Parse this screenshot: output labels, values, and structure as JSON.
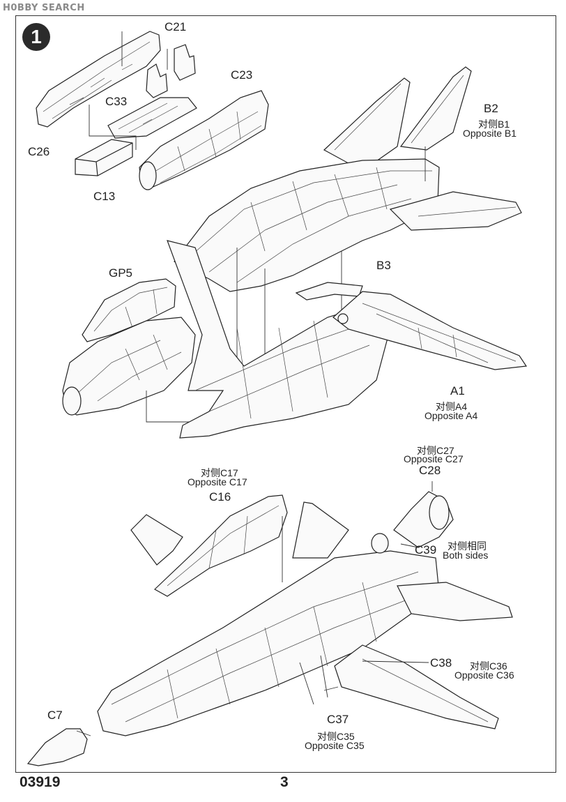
{
  "watermark": "H0BBY SEARCH",
  "step_number": "1",
  "parts": {
    "c21": "C21",
    "c23": "C23",
    "c33": "C33",
    "c26": "C26",
    "c13": "C13",
    "b2": "B2",
    "b2_opp_cn": "对侧B1",
    "b2_opp_en": "Opposite B1",
    "b3": "B3",
    "gp5": "GP5",
    "a1": "A1",
    "a1_opp_cn": "对侧A4",
    "a1_opp_en": "Opposite A4",
    "c28_opp_cn": "对侧C27",
    "c28_opp_en": "Opposite C27",
    "c28": "C28",
    "c16_opp_cn": "对侧C17",
    "c16_opp_en": "Opposite C17",
    "c16": "C16",
    "c39": "C39",
    "c39_note_cn": "对侧相同",
    "c39_note_en": "Both sides",
    "c38": "C38",
    "c38_opp_cn": "对侧C36",
    "c38_opp_en": "Opposite C36",
    "c7": "C7",
    "c37": "C37",
    "c37_opp_cn": "对侧C35",
    "c37_opp_en": "Opposite C35"
  },
  "footer": {
    "code": "03919",
    "page": "3"
  }
}
